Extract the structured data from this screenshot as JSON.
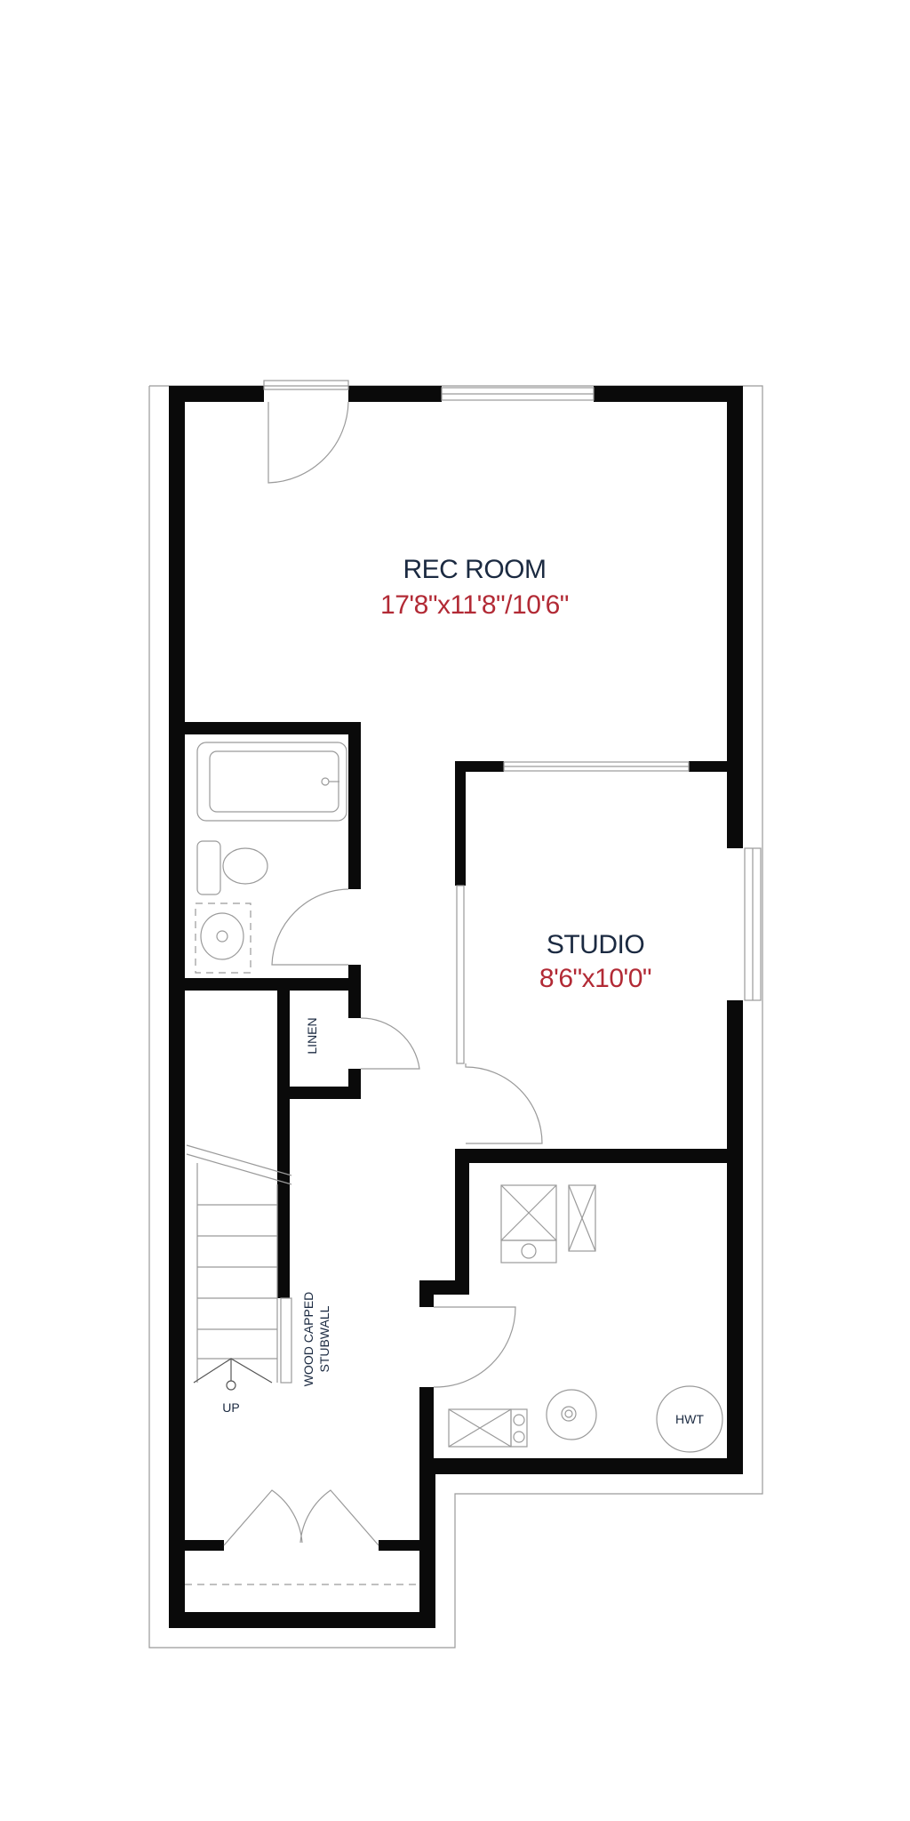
{
  "rooms": {
    "rec_room": {
      "name": "REC ROOM",
      "dimensions": "17'8\"x11'8\"/10'6\""
    },
    "studio": {
      "name": "STUDIO",
      "dimensions": "8'6\"x10'0\""
    }
  },
  "labels": {
    "linen": "LINEN",
    "stubwall_line1": "WOOD CAPPED",
    "stubwall_line2": "STUBWALL",
    "stairs_up": "UP",
    "hot_water_tank": "HWT"
  },
  "colors": {
    "wall": "#0a0a0a",
    "room_name": "#1b2a41",
    "room_dimension": "#b22a35",
    "fixture_line": "#9a9a9a"
  }
}
